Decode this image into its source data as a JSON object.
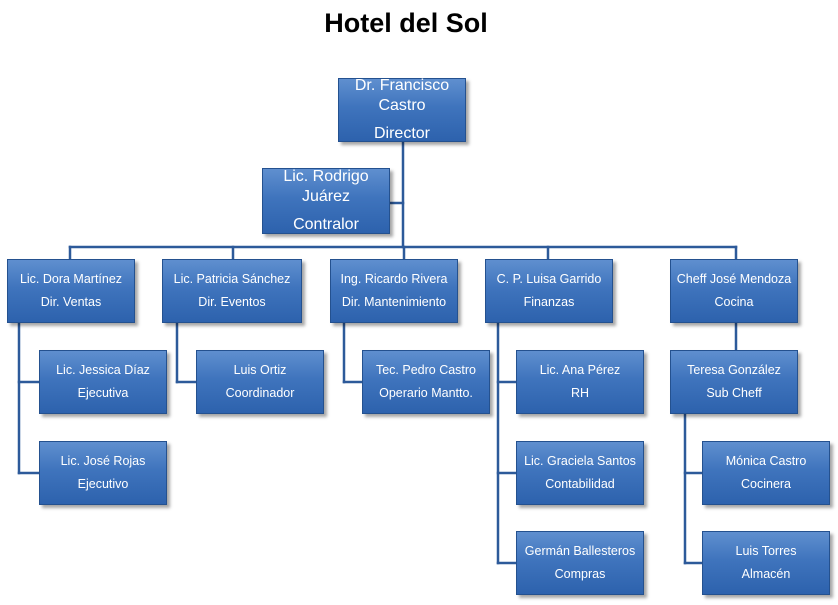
{
  "title": "Hotel del Sol",
  "colors": {
    "box": "#3f74bd",
    "line": "#2d5a9a",
    "text": "#ffffff"
  },
  "chart": {
    "director": {
      "name": "Dr. Francisco Castro",
      "role": "Director"
    },
    "staff": {
      "name": "Lic. Rodrigo Juárez",
      "role": "Contralor"
    },
    "departments": [
      {
        "name": "Lic. Dora Martínez",
        "role": "Dir. Ventas",
        "members": [
          {
            "name": "Lic. Jessica Díaz",
            "role": "Ejecutiva"
          },
          {
            "name": "Lic. José Rojas",
            "role": "Ejecutivo"
          }
        ]
      },
      {
        "name": "Lic. Patricia Sánchez",
        "role": "Dir. Eventos",
        "members": [
          {
            "name": "Luis Ortiz",
            "role": "Coordinador"
          }
        ]
      },
      {
        "name": "Ing. Ricardo Rivera",
        "role": "Dir. Mantenimiento",
        "members": [
          {
            "name": "Tec. Pedro  Castro",
            "role": "Operario Mantto."
          }
        ]
      },
      {
        "name": "C. P. Luisa Garrido",
        "role": "Finanzas",
        "members": [
          {
            "name": "Lic. Ana Pérez",
            "role": "RH"
          },
          {
            "name": "Lic. Graciela Santos",
            "role": "Contabilidad"
          },
          {
            "name": "Germán Ballesteros",
            "role": "Compras"
          }
        ]
      },
      {
        "name": "Cheff José Mendoza",
        "role": "Cocina",
        "members": [
          {
            "name": "Teresa González",
            "role": "Sub Cheff"
          }
        ],
        "submembers": [
          {
            "name": "Mónica Castro",
            "role": "Cocinera"
          },
          {
            "name": "Luis Torres",
            "role": "Almacén"
          }
        ]
      }
    ]
  }
}
